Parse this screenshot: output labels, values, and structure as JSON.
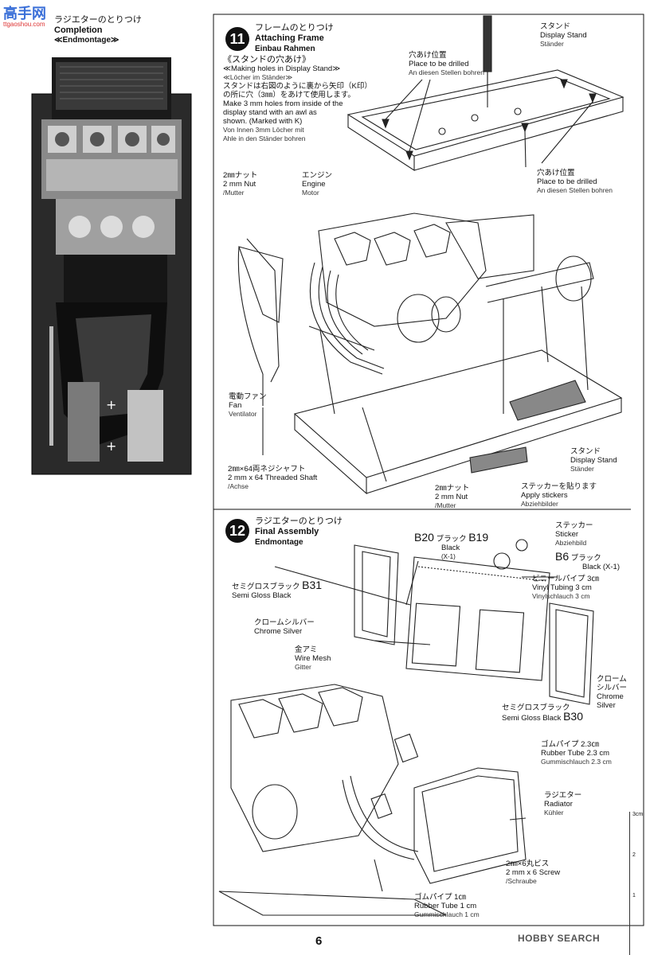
{
  "watermark": {
    "top": "高手网",
    "sub": "ttgaoshou.com"
  },
  "completion": {
    "ja": "ラジエターのとりつけ",
    "en": "Completion",
    "de": "Endmontage"
  },
  "step11": {
    "number": "11",
    "ja": "フレームのとりつけ",
    "en": "Attaching Frame",
    "de": "Einbau Rahmen",
    "sub": {
      "ja": "《スタンドの穴あけ》",
      "en": "≪Making holes in Display Stand≫",
      "de": "≪Löcher im Ständer≫"
    },
    "instructions": {
      "ja1": "スタンドは右図のように裏から矢印（K印）",
      "ja2": "の所に穴（3㎜）をあけて使用します。",
      "en1": "Make 3 mm holes from inside of the",
      "en2": "display stand with an awl as",
      "en3": "shown. (Marked with K)",
      "de1": "Von Innen 3mm Löcher mit",
      "de2": "Ahle in den Ständer bohren"
    },
    "labels": {
      "stand_top": {
        "ja": "スタンド",
        "en": "Display Stand",
        "de": "Ständer"
      },
      "drill_top": {
        "ja": "穴あけ位置",
        "en": "Place to be drilled",
        "de": "An diesen Stellen bohren"
      },
      "drill_bottom": {
        "ja": "穴あけ位置",
        "en": "Place to be drilled",
        "de": "An diesen Stellen bohren"
      },
      "nut_left": {
        "ja": "2㎜ナット",
        "en": "2 mm Nut",
        "de": "Mutter"
      },
      "engine": {
        "ja": "エンジン",
        "en": "Engine",
        "de": "Motor"
      },
      "fan": {
        "ja": "電動ファン",
        "en": "Fan",
        "de": "Ventilator"
      },
      "shaft": {
        "ja": "2㎜×64両ネジシャフト",
        "en": "2 mm x 64 Threaded Shaft",
        "de": "Achse"
      },
      "nut_bottom": {
        "ja": "2㎜ナット",
        "en": "2 mm Nut",
        "de": "Mutter"
      },
      "stickers": {
        "ja": "ステッカーを貼ります",
        "en": "Apply stickers",
        "de": "Abziehbilder"
      },
      "stand_bottom": {
        "ja": "スタンド",
        "en": "Display Stand",
        "de": "Ständer"
      }
    }
  },
  "step12": {
    "number": "12",
    "ja": "ラジエターのとりつけ",
    "en": "Final Assembly",
    "de": "Endmontage",
    "labels": {
      "sticker": {
        "ja": "ステッカー",
        "en": "Sticker",
        "de": "Abziehbild"
      },
      "b20": {
        "code": "B20",
        "ja": "ブラック",
        "en": "Black",
        "x": "(X-1)"
      },
      "b19": {
        "code": "B19"
      },
      "b6": {
        "code": "B6",
        "ja": "ブラック",
        "en": "Black (X-1)"
      },
      "vinyl": {
        "ja": "ビニールパイプ 3㎝",
        "en": "Vinyl Tubing 3 cm",
        "de": "Vinylschlauch 3 cm"
      },
      "b31": {
        "code": "B31",
        "ja": "セミグロスブラック",
        "en": "Semi Gloss Black"
      },
      "chrome_left": {
        "ja": "クロームシルバー",
        "en": "Chrome Silver"
      },
      "mesh": {
        "ja": "金アミ",
        "en": "Wire Mesh",
        "de": "Gitter"
      },
      "chrome_right": {
        "ja1": "クローム",
        "ja2": "シルバー",
        "en1": "Chrome",
        "en2": "Silver"
      },
      "b30": {
        "code": "B30",
        "ja": "セミグロスブラック",
        "en": "Semi Gloss Black"
      },
      "rubber23": {
        "ja": "ゴムパイプ 2.3㎝",
        "en": "Rubber Tube 2.3 cm",
        "de": "Gummischlauch 2.3 cm"
      },
      "radiator": {
        "ja": "ラジエター",
        "en": "Radiator",
        "de": "Kühler"
      },
      "screw": {
        "ja": "2㎜×6丸ビス",
        "en": "2 mm x 6 Screw",
        "de": "Schraube"
      },
      "rubber1": {
        "ja": "ゴムパイプ 1㎝",
        "en": "Rubber Tube 1 cm",
        "de": "Gummischlauch 1 cm"
      }
    }
  },
  "page_number": "6",
  "footer_logo": "HOBBY SEARCH",
  "ruler": {
    "top": "3cm",
    "mid": "2",
    "bot": "1"
  },
  "colors": {
    "ink": "#111111",
    "paper": "#ffffff",
    "photo_dark": "#1e1e1e"
  }
}
